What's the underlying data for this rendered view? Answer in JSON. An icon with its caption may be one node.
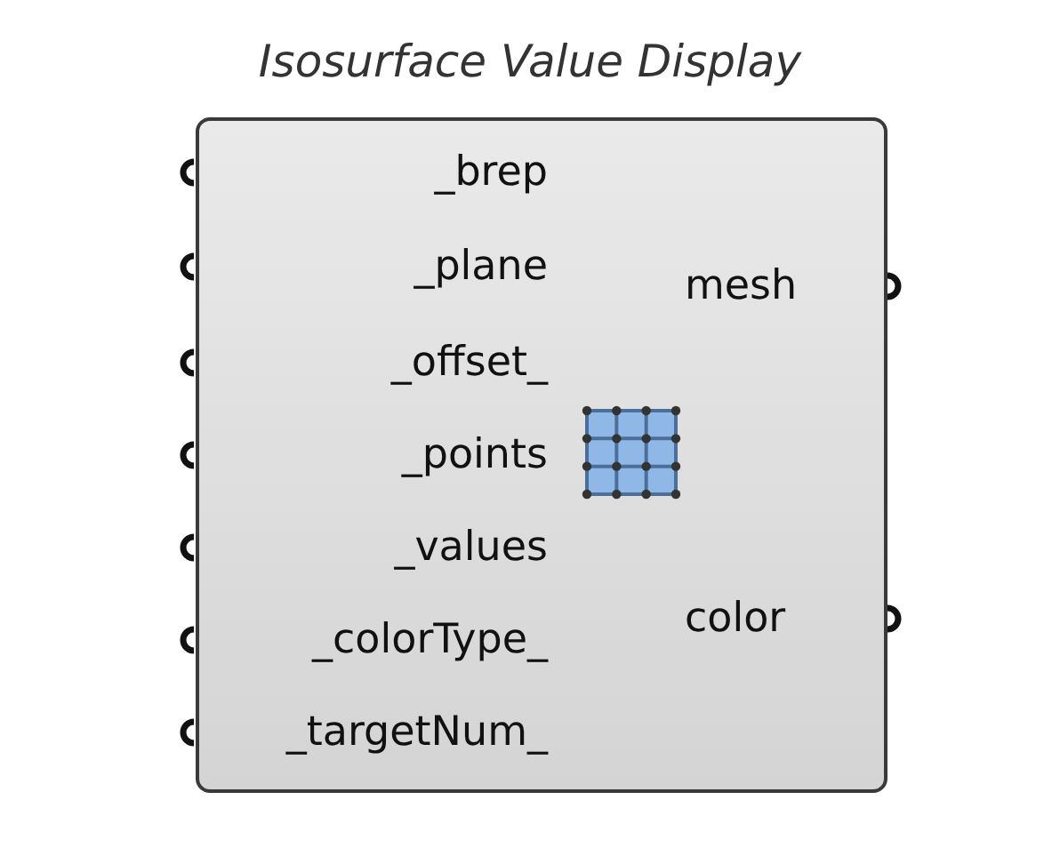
{
  "diagram": {
    "title": "Isosurface Value Display",
    "nodes": [
      {
        "text": [
          "_brep",
          "_plane",
          "_offset_",
          "_points",
          "_values",
          "_colorType_",
          "_targetNum_",
          "mesh",
          "color"
        ]
      }
    ]
  }
}
